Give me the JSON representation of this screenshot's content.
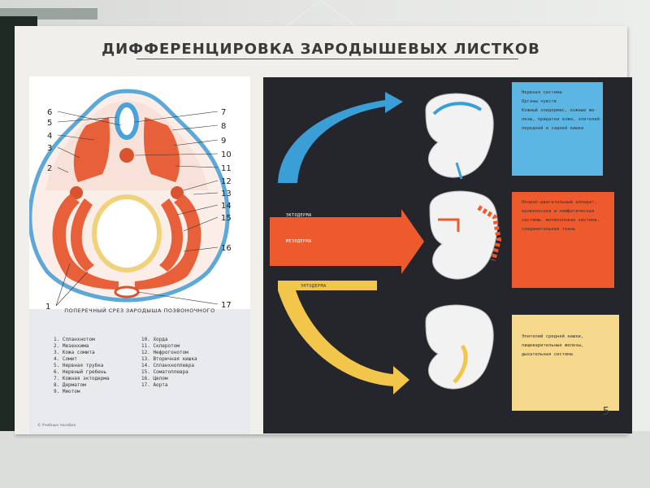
{
  "poster": {
    "title": "ДИФФЕРЕНЦИРОВКА ЗАРОДЫШЕВЫХ ЛИСТКОВ",
    "page_number": "5",
    "copyright": "© Учебные пособия"
  },
  "diagram": {
    "caption": "ПОПЕРЕЧНЫЙ СРЕЗ ЗАРОДЫША ПОЗВОНОЧНОГО",
    "numbers": [
      "1",
      "2",
      "3",
      "4",
      "5",
      "6",
      "7",
      "8",
      "9",
      "10",
      "11",
      "12",
      "13",
      "14",
      "15",
      "16",
      "17"
    ]
  },
  "legend": {
    "left": [
      "1. Спланхнотом",
      "2. Мезенхима",
      "3. Кожа сомита",
      "4. Сомит",
      "5. Нервная трубка",
      "6. Нервный гребень",
      "7. Кожная эктодерма",
      "8. Дерматом",
      "9. Миотом"
    ],
    "right": [
      "10. Хорда",
      "11. Склеротом",
      "12. Нефрогонотом",
      "13. Вторичная кишка",
      "14. Спланхноплевра",
      "15. Соматоплевра",
      "16. Целом",
      "17. Аорта"
    ]
  },
  "layers": [
    {
      "label": "ЭКТОДЕРМА",
      "color": "#3a9fd6",
      "box_color": "#5cb6e4",
      "lines": [
        "Нервная система",
        "Органы чувств",
        "Кожный эпидермис, кожные же-",
        "лезы, придатки кожи, эпителий",
        "передней и задней кишки"
      ]
    },
    {
      "label": "МЕЗОДЕРМА",
      "color": "#ec5a2e",
      "box_color": "#ef5a2c",
      "lines": [
        "Опорно-двигательный аппарат,",
        "кровеносная и лимфатическая",
        "системы, мочеполовая система,",
        "соединительная ткань"
      ]
    },
    {
      "label": "ЭНТОДЕРМА",
      "color": "#f2c64a",
      "box_color": "#f6d98c",
      "lines": [
        "Эпителий средней кишки,",
        "пищеварительные железы,",
        "дыхательная система"
      ]
    }
  ]
}
